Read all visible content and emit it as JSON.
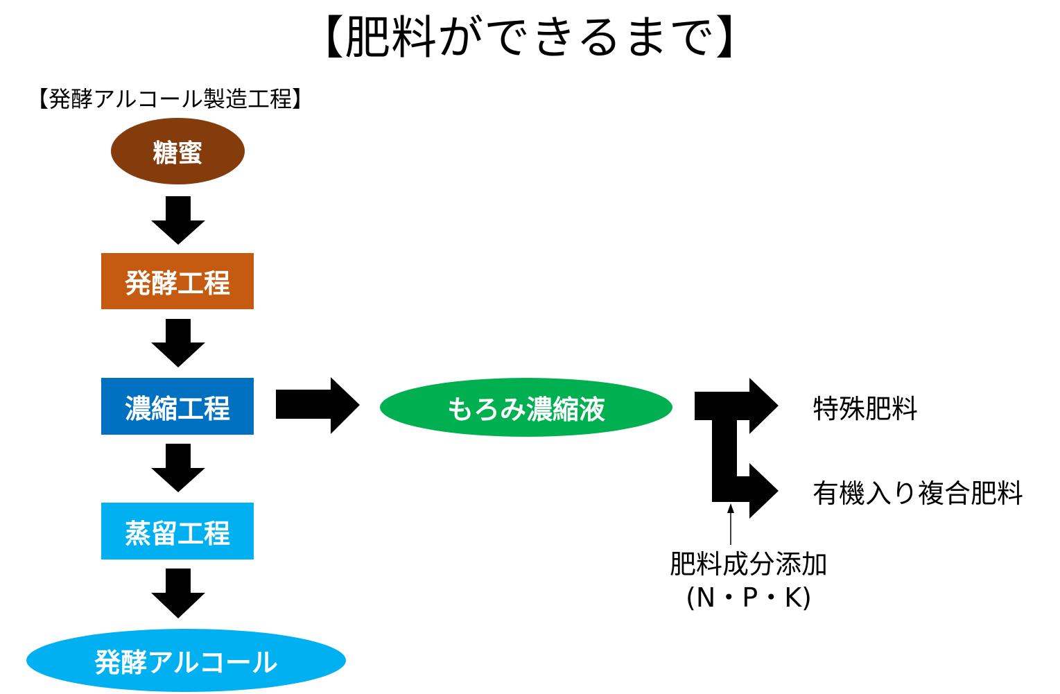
{
  "title": "【肥料ができるまで】",
  "section_label": "【発酵アルコール製造工程】",
  "process": {
    "molasses": "糖蜜",
    "fermentation": "発酵工程",
    "concentration": "濃縮工程",
    "distillation": "蒸留工程",
    "alcohol": "発酵アルコール",
    "moromi": "もろみ濃縮液"
  },
  "products": {
    "special_fertilizer": "特殊肥料",
    "organic_compound_fertilizer": "有機入り複合肥料"
  },
  "additive": {
    "line1": "肥料成分添加",
    "line2": "(N・P・K)"
  },
  "colors": {
    "molasses": "#843c0c",
    "fermentation": "#c55a11",
    "concentration": "#0070c0",
    "distillation": "#00b0f0",
    "alcohol": "#00b0f0",
    "moromi": "#00b050",
    "arrow": "#000000"
  }
}
